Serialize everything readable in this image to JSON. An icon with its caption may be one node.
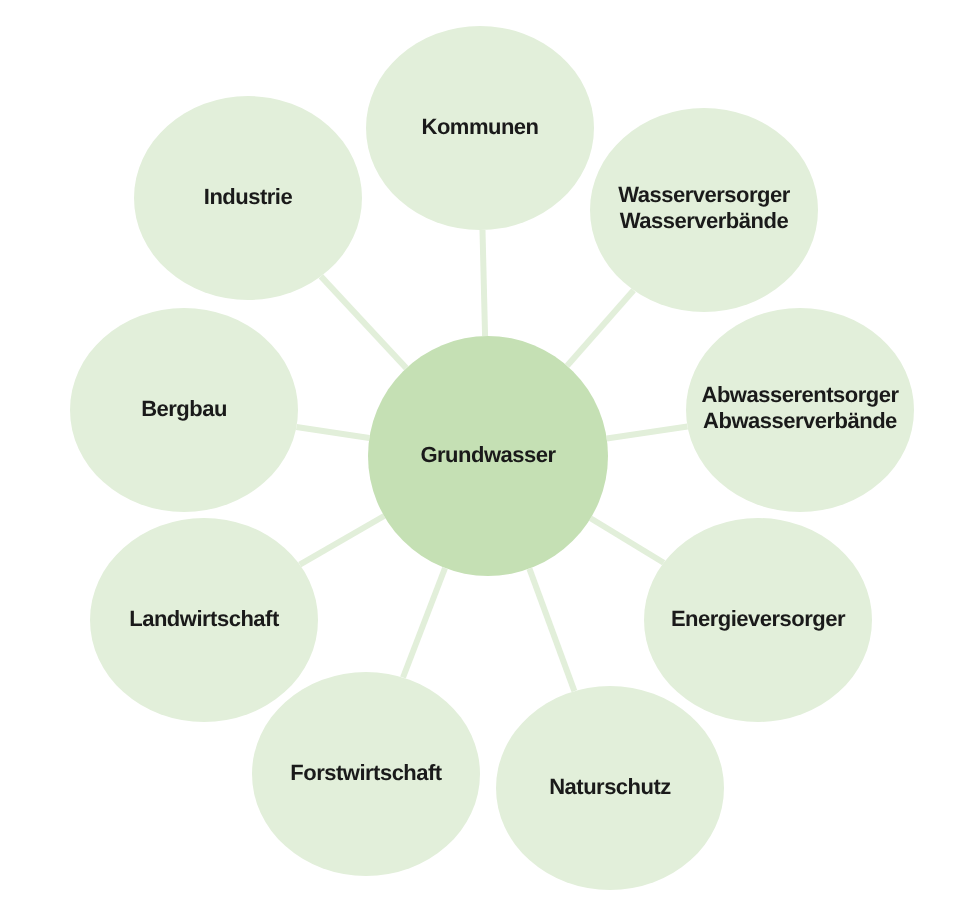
{
  "diagram": {
    "nodes": [
      {
        "text": [
          "Grundwasser"
        ]
      },
      {
        "text": [
          "Kommunen"
        ]
      },
      {
        "text": [
          "Wasserversorger",
          "Wasserverbände"
        ]
      },
      {
        "text": [
          "Abwasserentsorger",
          "Abwasserverbände"
        ]
      },
      {
        "text": [
          "Energieversorger"
        ]
      },
      {
        "text": [
          "Naturschutz"
        ]
      },
      {
        "text": [
          "Forstwirtschaft"
        ]
      },
      {
        "text": [
          "Landwirtschaft"
        ]
      },
      {
        "text": [
          "Bergbau"
        ]
      },
      {
        "text": [
          "Industrie"
        ]
      }
    ],
    "edges": [
      {
        "from": 0,
        "to": 1,
        "arrow": "none"
      },
      {
        "from": 0,
        "to": 2,
        "arrow": "none"
      },
      {
        "from": 0,
        "to": 3,
        "arrow": "none"
      },
      {
        "from": 0,
        "to": 4,
        "arrow": "none"
      },
      {
        "from": 0,
        "to": 5,
        "arrow": "none"
      },
      {
        "from": 0,
        "to": 6,
        "arrow": "none"
      },
      {
        "from": 0,
        "to": 7,
        "arrow": "none"
      },
      {
        "from": 0,
        "to": 8,
        "arrow": "none"
      },
      {
        "from": 0,
        "to": 9,
        "arrow": "none"
      }
    ]
  }
}
